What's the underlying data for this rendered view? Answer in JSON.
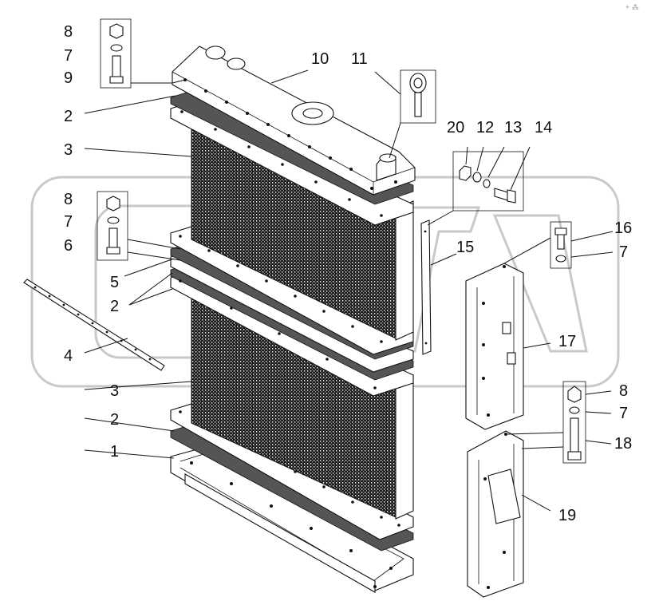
{
  "callouts": [
    {
      "id": "c8a",
      "text": "8"
    },
    {
      "id": "c7a",
      "text": "7"
    },
    {
      "id": "c9",
      "text": "9"
    },
    {
      "id": "c10",
      "text": "10"
    },
    {
      "id": "c11",
      "text": "11"
    },
    {
      "id": "c2a",
      "text": "2"
    },
    {
      "id": "c3a",
      "text": "3"
    },
    {
      "id": "c20",
      "text": "20"
    },
    {
      "id": "c12",
      "text": "12"
    },
    {
      "id": "c13",
      "text": "13"
    },
    {
      "id": "c14",
      "text": "14"
    },
    {
      "id": "c8b",
      "text": "8"
    },
    {
      "id": "c7b",
      "text": "7"
    },
    {
      "id": "c6",
      "text": "6"
    },
    {
      "id": "c5",
      "text": "5"
    },
    {
      "id": "c2b",
      "text": "2"
    },
    {
      "id": "c15",
      "text": "15"
    },
    {
      "id": "c16",
      "text": "16"
    },
    {
      "id": "c7c",
      "text": "7"
    },
    {
      "id": "c4",
      "text": "4"
    },
    {
      "id": "c17",
      "text": "17"
    },
    {
      "id": "c3b",
      "text": "3"
    },
    {
      "id": "c8c",
      "text": "8"
    },
    {
      "id": "c7d",
      "text": "7"
    },
    {
      "id": "c2c",
      "text": "2"
    },
    {
      "id": "c18",
      "text": "18"
    },
    {
      "id": "c1",
      "text": "1"
    },
    {
      "id": "c19",
      "text": "19"
    }
  ],
  "corner_mark": "+ ⁂",
  "icons": {
    "watermark": "background-logo-watermark",
    "parts": [
      "nut",
      "washer",
      "bolt",
      "eye-bolt",
      "radiator-core",
      "tank",
      "gasket",
      "side-bracket",
      "tie-rod"
    ]
  }
}
